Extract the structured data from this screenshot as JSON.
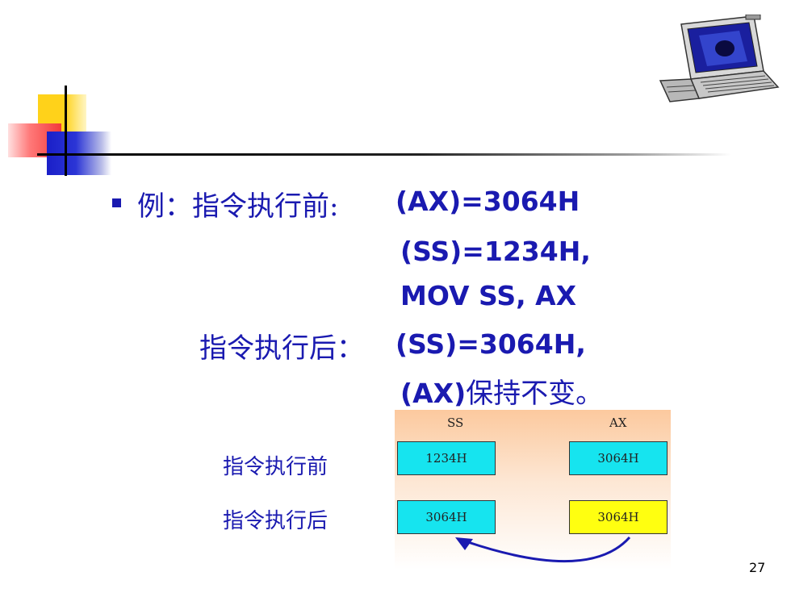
{
  "slide": {
    "line1": {
      "label": "例：指令执行前:",
      "value": "(AX)=3064H"
    },
    "line2": {
      "value": "(SS)=1234H,"
    },
    "line3": {
      "value": "MOV SS, AX"
    },
    "line4": {
      "label": "指令执行后：",
      "value": "(SS)=3064H,"
    },
    "line5": {
      "value_bold": "(AX)",
      "value_text": "保持不变。"
    }
  },
  "diagram": {
    "headers": {
      "ss": "SS",
      "ax": "AX"
    },
    "row_before": {
      "label": "指令执行前",
      "ss": "1234H",
      "ax": "3064H"
    },
    "row_after": {
      "label": "指令执行后",
      "ss": "3064H",
      "ax": "3064H"
    },
    "colors": {
      "cyan": "#16e4ef",
      "yellow": "#ffff10",
      "arrow": "#1a1ab0"
    }
  },
  "page_number": "27",
  "icons": {
    "corner": "laptop-icon",
    "bullet": "square-bullet-icon",
    "arrow": "curved-arrow-icon"
  }
}
